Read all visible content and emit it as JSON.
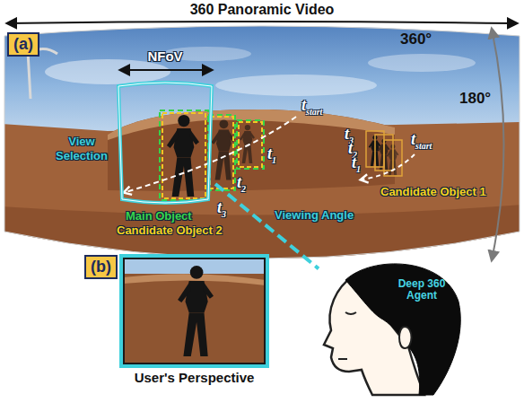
{
  "diagram": {
    "title": "360 Panoramic Video",
    "nodes": [
      {
        "text": [
          "(a)"
        ]
      },
      {
        "text": [
          "NFoV"
        ]
      },
      {
        "text": [
          "(b)"
        ]
      },
      {
        "text": [
          "User's Perspective"
        ]
      },
      {
        "text": [
          "Deep 360 Agent"
        ]
      }
    ],
    "edges": [
      {
        "from": 1,
        "to": 4,
        "label": "Viewing Angle",
        "arrow": "none"
      }
    ],
    "labels": [
      "360°",
      "180°",
      "View Selection",
      "tstart",
      "t1",
      "t2",
      "t3",
      "Main Object",
      "Candidate Object 2",
      "tstart",
      "t3",
      "t2",
      "t1",
      "Candidate Object 1"
    ]
  }
}
